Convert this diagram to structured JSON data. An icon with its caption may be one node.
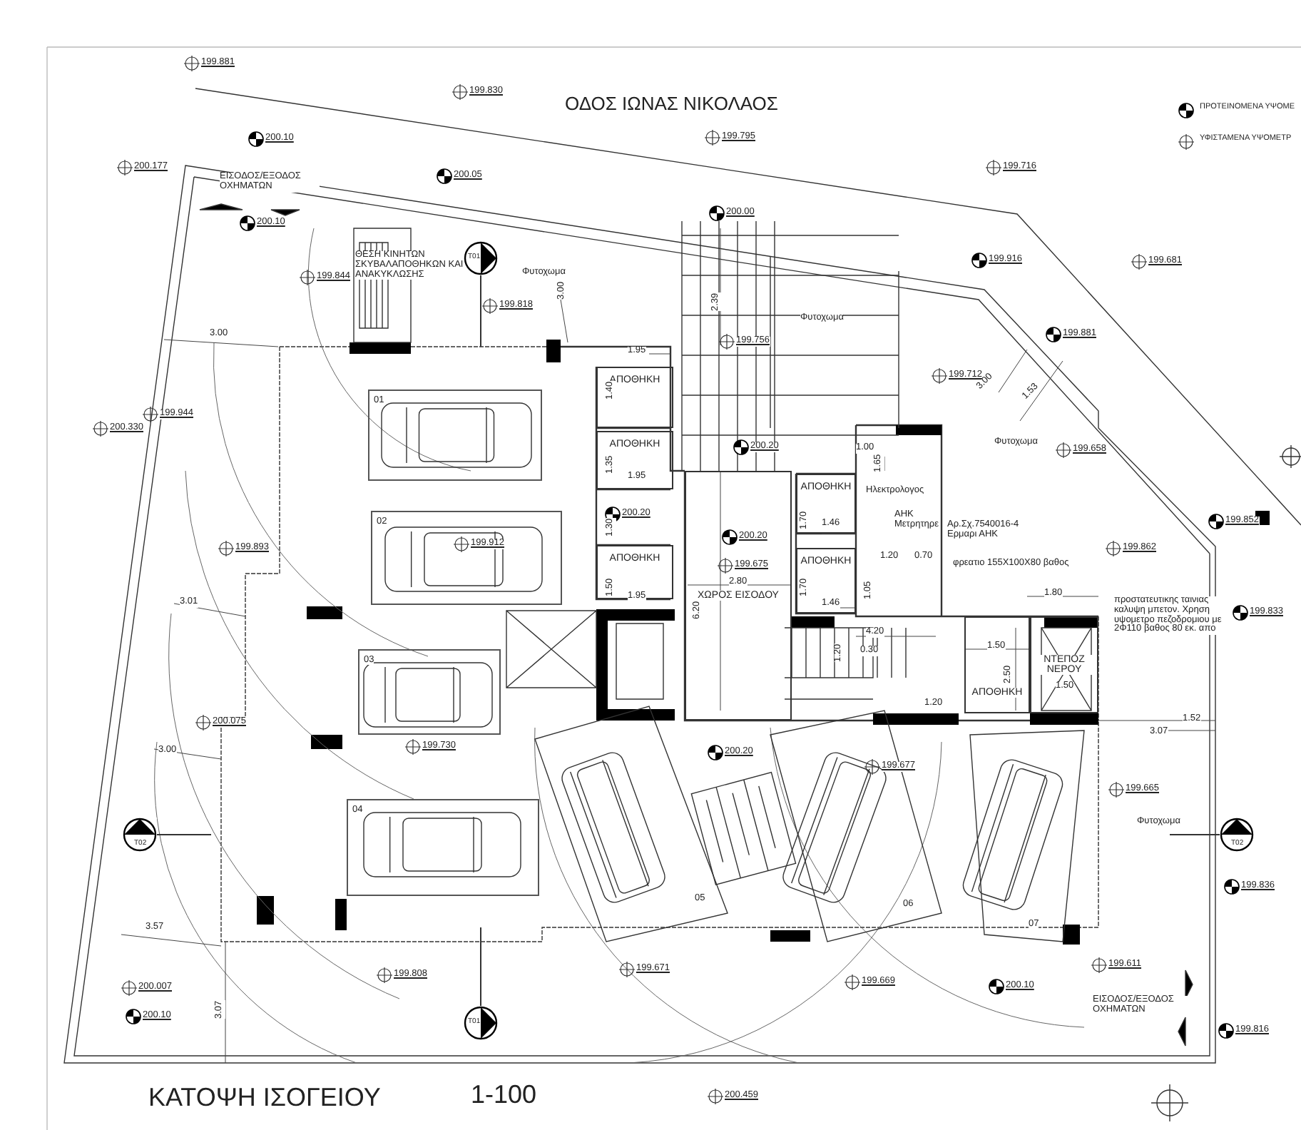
{
  "diagram": {
    "title": "ΚΑΤΟΨΗ ΙΣΟΓΕΙΟΥ",
    "nodes": [
      {
        "text": [
          "01"
        ]
      },
      {
        "text": [
          "02"
        ]
      },
      {
        "text": [
          "03"
        ]
      },
      {
        "text": [
          "04"
        ]
      },
      {
        "text": [
          "ΑΠΟΘΗΚΗ"
        ]
      },
      {
        "text": [
          "ΑΠΟΘΗΚΗ"
        ]
      },
      {
        "text": [
          "ΑΠΟΘΗΚΗ"
        ]
      },
      {
        "text": [
          "ΑΠΟΘΗΚΗ"
        ]
      },
      {
        "text": [
          "ΑΠΟΘΗΚΗ"
        ]
      },
      {
        "text": [
          "ΧΩΡΟΣ ΕΙΣΟΔΟΥ"
        ]
      },
      {
        "text": [
          "ΑΠΟΘΗΚΗ"
        ]
      },
      {
        "text": [
          "ΝΤΕΠΟΖ ΝΕΡΟΥ"
        ]
      }
    ],
    "labels": [
      "199.881",
      "199.830",
      "ΟΔΟΣ ΙΩΝΑΣ ΝΙΚΟΛΑΟΣ",
      "200.10",
      "199.795",
      "200.177",
      "199.716",
      "200.05",
      "ΕΙΣΟΔΟΣ/ΕΞΟΔΟΣ ΟΧΗΜΑΤΩΝ",
      "200.00",
      "200.10",
      "199.916",
      "199.681",
      "T01",
      "Φυτοχωμα",
      "199.844",
      "ΘΕΣΗ ΚΙΝΗΤΩΝ ΣΚΥΒΑΛΑΠΟΘΗΚΩΝ ΚΑΙ ΑΝΑΚΥΚΛΩΣΗΣ",
      "3.00",
      "2.39",
      "199.818",
      "Φυτοχωμα",
      "199.881",
      "3.00",
      "199.756",
      "1.95",
      "199.712",
      "3.00",
      "1.53",
      "199.944",
      "200.330",
      "1.40",
      "200.20",
      "Φυτοχωμα",
      "199.658",
      "1.00",
      "1.35",
      "1.95",
      "1.65",
      "Ηλεκτρολογος",
      "200.20",
      "1.30",
      "199.852",
      "1.70",
      "ΑΗΚ Μετρητηρε",
      "Αρ.Σχ.7540016-4 Ερμαρι ΑΗΚ",
      "1.46",
      "200.20",
      "1.20",
      "0.70",
      "199.862",
      "199.675",
      "φρεατιο 155Χ100Χ80 βαθος",
      "1.50",
      "1.70",
      "1.05",
      "2.80",
      "1.95",
      "1.46",
      "1.80",
      "προστατευτικης ταινιας καλυψη μπετον. Χρηση υψομετρο πεζοδρομιου με 2Φ110 βαθος 80 εκ. απο",
      "6.20",
      "199.833",
      "3.01",
      "199.893",
      "199.912",
      "4.20",
      "1.20",
      "0.30",
      "1.50",
      "2.50",
      "1.50",
      "1.20",
      "1.52",
      "3.07",
      "200.075",
      "199.730",
      "200.20",
      "199.677",
      "3.00",
      "199.665",
      "T02",
      "Φυτοχωμα",
      "T02",
      "199.836",
      "05",
      "06",
      "07",
      "3.57",
      "199.611",
      "199.671",
      "199.808",
      "199.669",
      "200.007",
      "200.10",
      "ΕΙΣΟΔΟΣ/ΕΞΟΔΟΣ ΟΧΗΜΑΤΩΝ",
      "3.07",
      "200.10",
      "T01",
      "199.816",
      "200.459",
      "1-100"
    ],
    "legend": [
      {
        "text": "ΠΡΟΤΕΙΝΟΜΕΝΑ ΥΨΟΜΕ"
      },
      {
        "text": "ΥΦΙΣΤΑΜΕΝΑ ΥΨΟΜΕΤΡ"
      }
    ]
  }
}
